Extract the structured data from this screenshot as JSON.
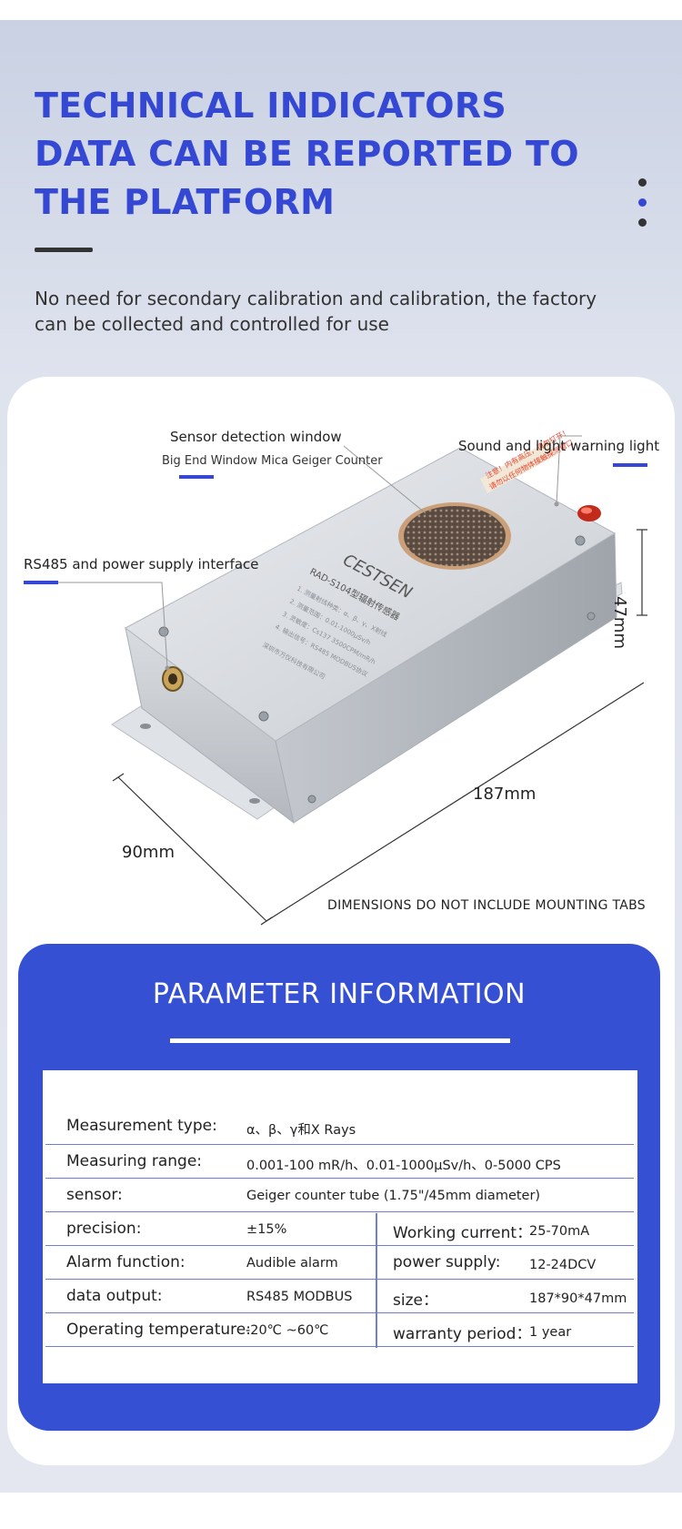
{
  "header": {
    "title_line1": "TECHNICAL INDICATORS",
    "title_line2": "DATA CAN BE REPORTED TO",
    "title_line3": "THE PLATFORM",
    "subtitle_line1": "No need for secondary calibration and calibration, the factory",
    "subtitle_line2": "can be collected and controlled for use"
  },
  "product": {
    "label_window_title": "Sensor detection window",
    "label_window_sub": "Big End Window Mica Geiger Counter",
    "label_warning": "Sound and light warning light",
    "label_rs485": "RS485 and power supply interface",
    "dim_height": "47mm",
    "dim_length": "187mm",
    "dim_width": "90mm",
    "note": "DIMENSIONS DO NOT INCLUDE MOUNTING TABS",
    "brand": "CESTSEN",
    "model": "RAD-S104型辐射传感器",
    "accent_color": "#3548d4",
    "warning_color": "#e8432a"
  },
  "params": {
    "title": "PARAMETER INFORMATION",
    "rows": {
      "measurement_type": {
        "label": "Measurement type:",
        "value": "α、β、γ和X Rays"
      },
      "measuring_range": {
        "label": "Measuring range:",
        "value": "0.001-100 mR/h、0.01-1000μSv/h、0-5000 CPS"
      },
      "sensor": {
        "label": "sensor:",
        "value": "Geiger counter tube (1.75\"/45mm diameter)"
      },
      "precision": {
        "label": "precision:",
        "value": "±15%"
      },
      "working_current": {
        "label": "Working current：",
        "value": "25-70mA"
      },
      "alarm": {
        "label": "Alarm function:",
        "value": "Audible alarm"
      },
      "power": {
        "label": "power supply:",
        "value": "12-24DCV"
      },
      "data_output": {
        "label": "data output:",
        "value": "RS485 MODBUS"
      },
      "size": {
        "label": "size：",
        "value": "187*90*47mm"
      },
      "temperature": {
        "label": "Operating temperature:",
        "value": "-20℃ ~60℃"
      },
      "warranty": {
        "label": "warranty period：",
        "value": "1 year"
      }
    }
  }
}
